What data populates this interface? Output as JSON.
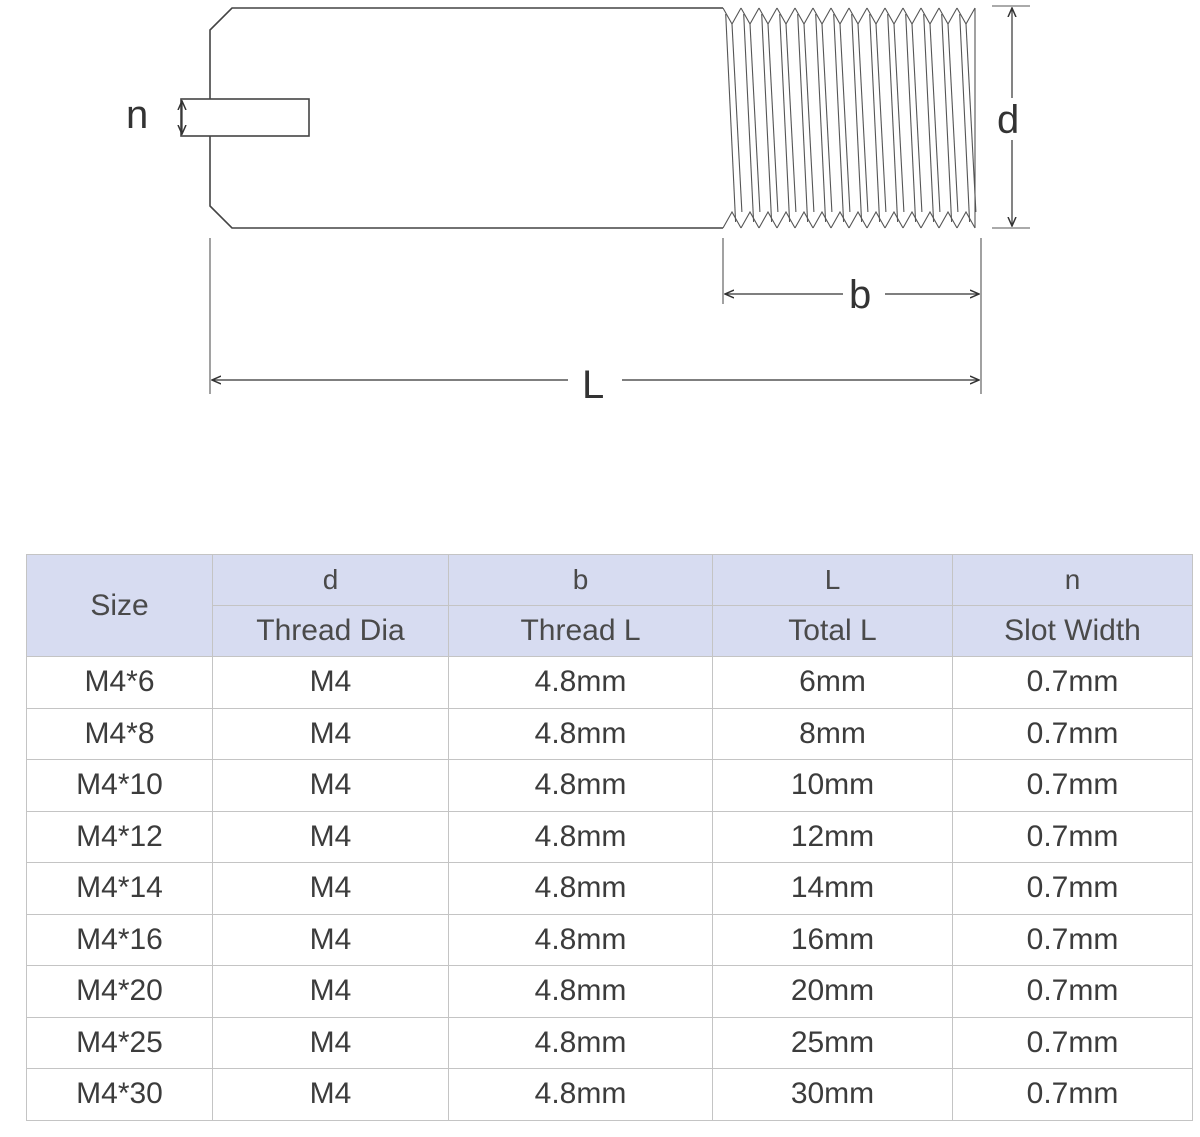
{
  "diagram": {
    "labels": {
      "n": "n",
      "d": "d",
      "b": "b",
      "L": "L"
    }
  },
  "table": {
    "size_header": "Size",
    "columns": [
      {
        "symbol": "d",
        "label": "Thread Dia"
      },
      {
        "symbol": "b",
        "label": "Thread L"
      },
      {
        "symbol": "L",
        "label": "Total L"
      },
      {
        "symbol": "n",
        "label": "Slot Width"
      }
    ],
    "rows": [
      [
        "M4*6",
        "M4",
        "4.8mm",
        "6mm",
        "0.7mm"
      ],
      [
        "M4*8",
        "M4",
        "4.8mm",
        "8mm",
        "0.7mm"
      ],
      [
        "M4*10",
        "M4",
        "4.8mm",
        "10mm",
        "0.7mm"
      ],
      [
        "M4*12",
        "M4",
        "4.8mm",
        "12mm",
        "0.7mm"
      ],
      [
        "M4*14",
        "M4",
        "4.8mm",
        "14mm",
        "0.7mm"
      ],
      [
        "M4*16",
        "M4",
        "4.8mm",
        "16mm",
        "0.7mm"
      ],
      [
        "M4*20",
        "M4",
        "4.8mm",
        "20mm",
        "0.7mm"
      ],
      [
        "M4*25",
        "M4",
        "4.8mm",
        "25mm",
        "0.7mm"
      ],
      [
        "M4*30",
        "M4",
        "4.8mm",
        "30mm",
        "0.7mm"
      ]
    ]
  }
}
